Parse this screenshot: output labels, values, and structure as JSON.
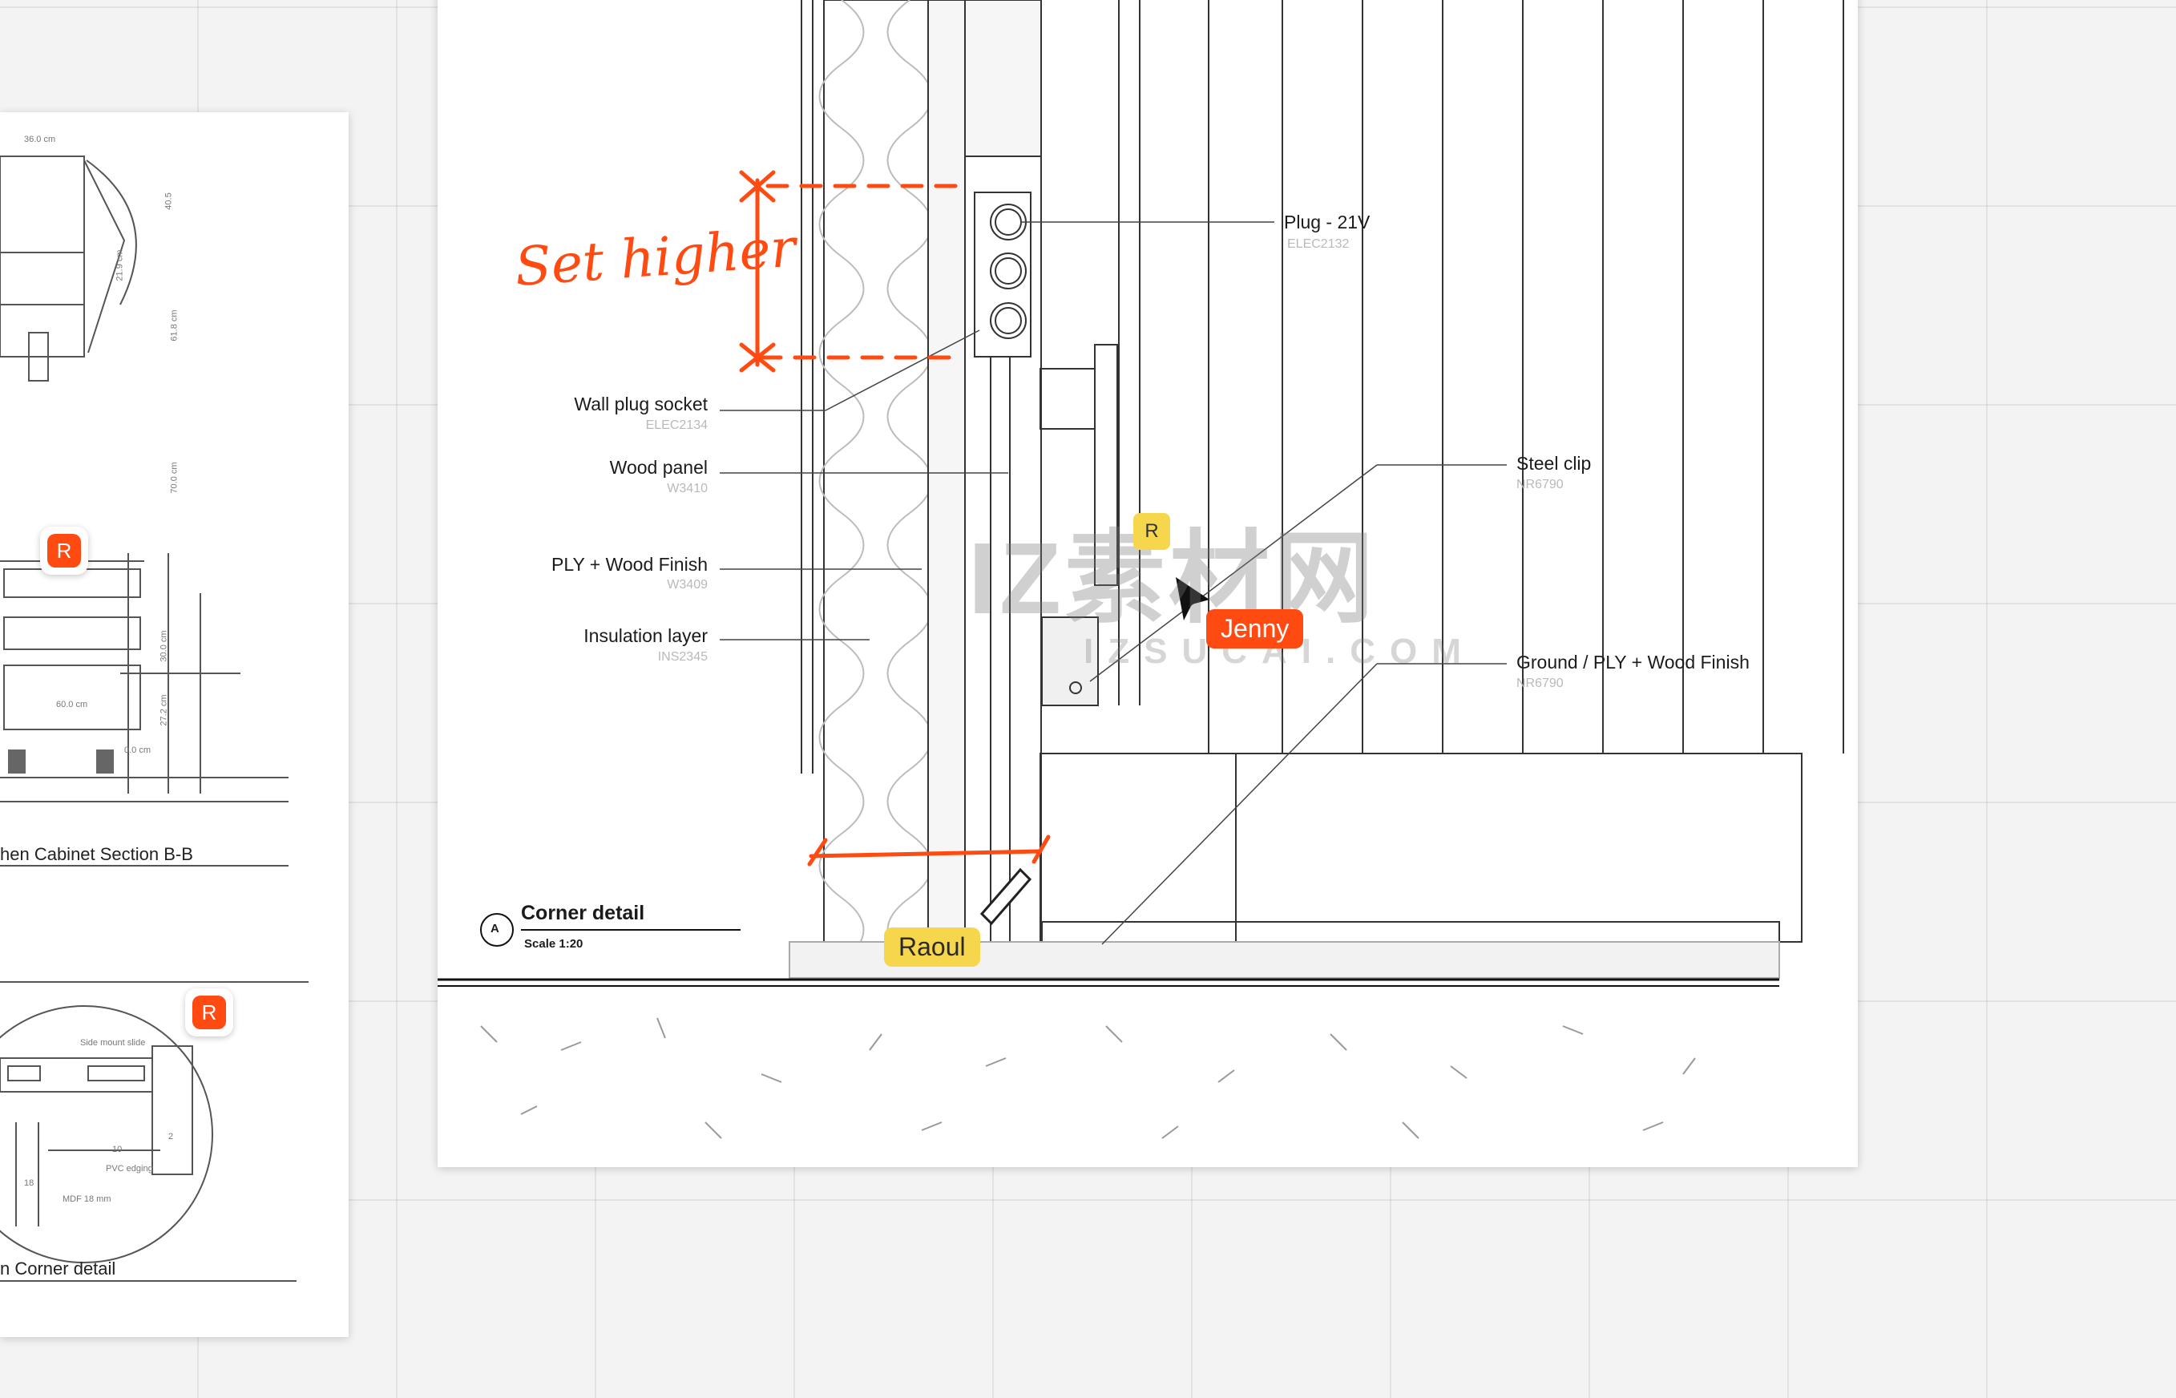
{
  "left_sheet": {
    "section_caption": "hen Cabinet Section B-B",
    "detail_caption": "n Corner detail",
    "dims": [
      "36.0 cm",
      "40.5",
      "21.9 cm",
      "61.8 cm",
      "70.0 cm",
      "30.0 cm",
      "60.0 cm",
      "27.2 cm",
      "0.0 cm"
    ],
    "inset_labels": [
      "Side mount slide",
      "10",
      "2",
      "PVC edging",
      "18",
      "MDF 18 mm"
    ],
    "badge_top": "R",
    "badge_bottom": "R"
  },
  "annotations": {
    "plug": {
      "label": "Plug - 21V",
      "code": "ELEC2132"
    },
    "wall_plug_socket": {
      "label": "Wall plug socket",
      "code": "ELEC2134"
    },
    "wood_panel": {
      "label": "Wood panel",
      "code": "W3410"
    },
    "ply_wood_finish": {
      "label": "PLY + Wood Finish",
      "code": "W3409"
    },
    "insulation_layer": {
      "label": "Insulation layer",
      "code": "INS2345"
    },
    "steel_clip": {
      "label": "Steel clip",
      "code": "NR6790"
    },
    "ground_ply": {
      "label": "Ground / PLY + Wood Finish",
      "code": "NR6790"
    }
  },
  "markup": {
    "set_higher": "Set higher"
  },
  "detail_title": {
    "marker": "A",
    "title": "Corner detail",
    "scale": "Scale 1:20"
  },
  "collaborators": {
    "jenny": "Jenny",
    "raoul": "Raoul",
    "avatar_r": "R"
  },
  "watermark": {
    "main": "IZ素材网",
    "sub": "IZSUCAI.COM"
  },
  "colors": {
    "accent": "#ff4a12",
    "highlight_yellow": "#f6d64c",
    "canvas": "#f3f3f4"
  }
}
